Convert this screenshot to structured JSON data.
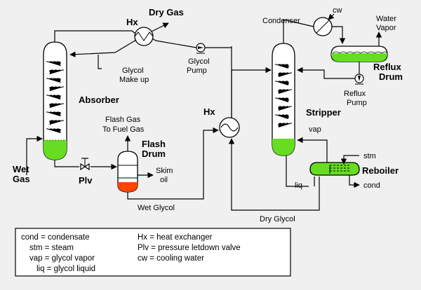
{
  "labels": {
    "dry_gas": "Dry Gas",
    "hx_top": "Hx",
    "hx_mid": "Hx",
    "condenser": "Condenser",
    "cw": "cw",
    "water_vapor_1": "Water",
    "water_vapor_2": "Vapor",
    "reflux_drum_1": "Reflux",
    "reflux_drum_2": "Drum",
    "reflux_pump_1": "Reflux",
    "reflux_pump_2": "Pump",
    "glycol_makeup_1": "Glycol",
    "glycol_makeup_2": "Make up",
    "glycol_pump_1": "Glycol",
    "glycol_pump_2": "Pump",
    "absorber": "Absorber",
    "stripper": "Stripper",
    "flash_gas_1": "Flash Gas",
    "flash_gas_2": "To Fuel Gas",
    "flash_drum_1": "Flash",
    "flash_drum_2": "Drum",
    "skim_oil_1": "Skim",
    "skim_oil_2": "oil",
    "wet_gas_1": "Wet",
    "wet_gas_2": "Gas",
    "plv": "Plv",
    "wet_glycol": "Wet Glycol",
    "dry_glycol": "Dry Glycol",
    "vap": "vap",
    "liq": "liq",
    "stm": "stm",
    "reboiler": "Reboiler",
    "cond": "cond"
  },
  "legend": {
    "col1": [
      "cond = condensate",
      "stm = steam",
      "vap = glycol vapor",
      "liq = glycol liquid"
    ],
    "col2": [
      "Hx = heat exchanger",
      "Plv = pressure letdown valve",
      "cw = cooling water"
    ]
  },
  "colors": {
    "liquid": "#66dd22",
    "flash_liquid": "#ff4400",
    "background": "#f0f0f0",
    "legend_bg": "#ffffff"
  }
}
